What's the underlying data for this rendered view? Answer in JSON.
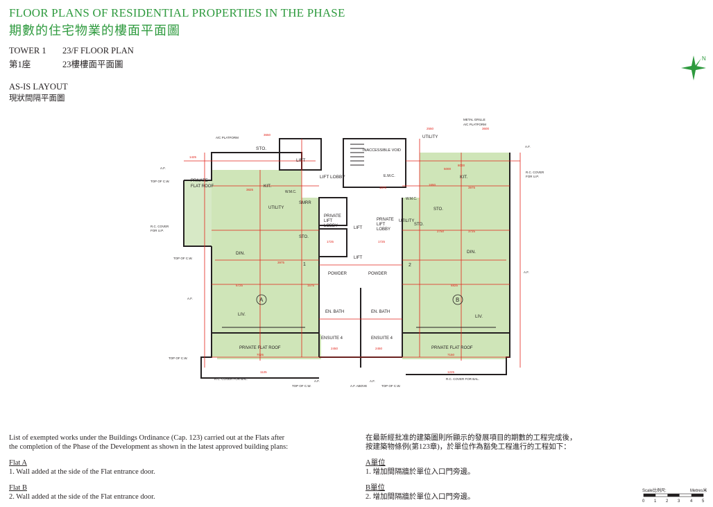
{
  "header": {
    "title_en": "FLOOR PLANS OF RESIDENTIAL PROPERTIES IN THE PHASE",
    "title_zh": "期數的住宅物業的樓面平面圖"
  },
  "plan_info": {
    "tower_en": "TOWER 1",
    "floor_en": "23/F FLOOR PLAN",
    "tower_zh": "第1座",
    "floor_zh": "23樓樓面平面圖",
    "layout_en": "AS-IS LAYOUT",
    "layout_zh": "現狀間隔平面圖"
  },
  "compass": {
    "label": "N"
  },
  "plan": {
    "colors": {
      "flat_green": "#cfe5b8",
      "dim_red": "#e2231a",
      "wall": "#231f20"
    },
    "rooms": {
      "sto_left": "STO.",
      "lift_top": "LIFT",
      "inaccessible_void": "INACCESSIBLE VOID",
      "emc": "E.M.C.",
      "utility_top": "UTILITY",
      "lift_lobby": "LIFT LOBBY",
      "kit_a": "KIT.",
      "kit_b": "KIT.",
      "private_roof_left_1": "PRIVATE",
      "private_roof_left_2": "FLAT ROOF",
      "wmc_a": "W.M.C.",
      "wmc_b": "W.M.C.",
      "smrr": "SMRR",
      "utility_a": "UTILITY",
      "utility_b": "UTILITY",
      "private_lift_lobby_1": "PRIVATE",
      "private_lift_lobby_2": "LIFT",
      "private_lift_lobby_3": "LOBBY",
      "lift_mid": "LIFT",
      "sto_b": "STO.",
      "sto_b2": "STO.",
      "sto_a": "STO.",
      "din_a": "DIN.",
      "din_b": "DIN.",
      "lift_low": "LIFT",
      "powder_a": "POWDER",
      "powder_b": "POWDER",
      "flat_a": "A",
      "flat_b": "B",
      "liv_a": "LIV.",
      "liv_b": "LIV.",
      "en_bath_a": "EN. BATH",
      "en_bath_b": "EN. BATH",
      "ensuite_a": "ENSUITE 4",
      "ensuite_b": "ENSUITE 4",
      "private_roof_a": "PRIVATE FLAT ROOF",
      "private_roof_b": "PRIVATE FLAT ROOF",
      "marker_1": "1",
      "marker_2": "2"
    },
    "callouts": {
      "ac_platform_left": "A/C PLATFORM",
      "metal_grille": "METAL GRILLE",
      "ac_platform_right": "A/C PLATFORM",
      "af_left_top": "A.F.",
      "af_right_top": "A.F.",
      "top_cw_left": "TOP OF C.W.",
      "rc_cover_right_1": "R.C. COVER",
      "rc_cover_right_2": "FOR U.P.",
      "rc_cover_left_1": "R.C. COVER",
      "rc_cover_left_2": "FOR U.P.",
      "top_cw_left_2": "TOP OF C.W.",
      "af_right_mid": "A.F.",
      "af_left_mid": "A.F.",
      "top_cw_left_3": "TOP OF C.W.",
      "rc_cover_bal_left": "R.C. COVER FOR BAL.",
      "rc_cover_bal_right": "R.C. COVER FOR BAL.",
      "top_cw_bottom": "TOP OF C.W.",
      "af_bottom_1": "A.F.",
      "af_above": "A.F. ABOVE",
      "af_bottom_2": "A.F.",
      "top_cw_bottom_2": "TOP OF C.W."
    },
    "dimensions": {
      "d1": "3650",
      "d2": "3975",
      "d3": "2550",
      "d4": "3600",
      "d5": "1425",
      "d6": "3825",
      "d7": "3975",
      "d8": "3725",
      "d9": "6725",
      "d10": "6825",
      "d11": "1875",
      "d12": "1575",
      "d13": "7025",
      "d14": "7150",
      "d15": "2450",
      "d16": "2450",
      "d17": "1725",
      "d18": "1725",
      "d19": "1650",
      "d20": "2750",
      "d21": "1125",
      "d22": "1225",
      "d23": "5000",
      "d24": "8000"
    }
  },
  "notes": {
    "intro_en_1": "List of exempted works under the Buildings Ordinance (Cap. 123) carried out at the Flats after",
    "intro_en_2": "the completion of the Phase of the Development as shown in the latest approved building plans:",
    "flat_a_heading_en": "Flat A",
    "flat_a_item_en": "1. Wall added at the side of the Flat entrance door.",
    "flat_b_heading_en": "Flat B",
    "flat_b_item_en": "2. Wall added at the side of the Flat entrance door.",
    "intro_zh_1": "在最新經批准的建築圖則所顯示的發展項目的期數的工程完成後，",
    "intro_zh_2": "按建築物條例(第123章)，於單位作為豁免工程進行的工程如下：",
    "flat_a_heading_zh": "A單位",
    "flat_a_item_zh": "1.  增加間隔牆於單位入口門旁邊。",
    "flat_b_heading_zh": "B單位",
    "flat_b_item_zh": "2.  增加間隔牆於單位入口門旁邊。"
  },
  "scale_bar": {
    "label_left": "Scale比例尺:",
    "label_right": "Metres米",
    "ticks": [
      "0",
      "1",
      "2",
      "3",
      "4",
      "5"
    ]
  }
}
